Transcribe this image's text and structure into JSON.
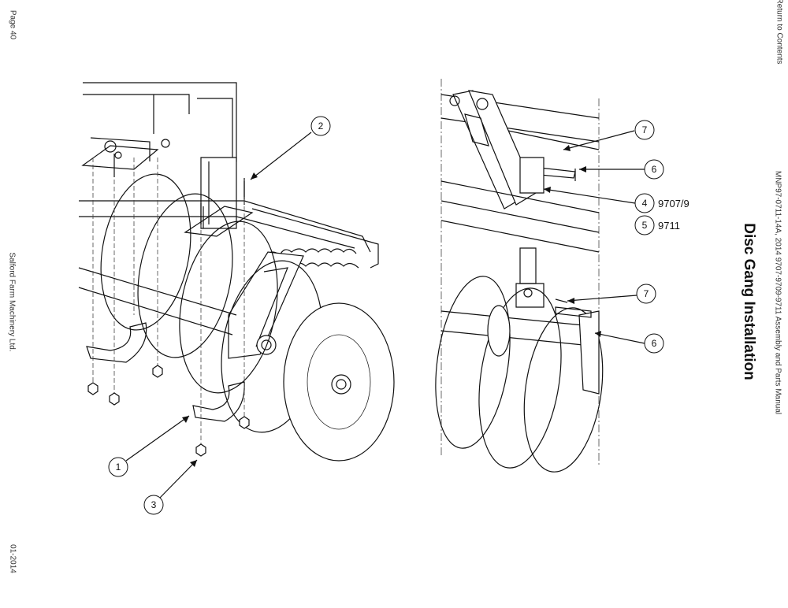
{
  "page": {
    "page_number": "Page 40",
    "return_link": "Return to Contents",
    "company": "Salford Farm Machinery Ltd.",
    "date": "01-2014",
    "manual": "MNP97-0711-14A, 2014 9707-9709-9711 Assembly and Parts Manual",
    "title": "Disc Gang Installation"
  },
  "callouts": {
    "c1": "1",
    "c2": "2",
    "c3": "3",
    "c4": "4",
    "c5": "5",
    "c6a": "6",
    "c6b": "6",
    "c7a": "7",
    "c7b": "7"
  },
  "part_numbers": {
    "p4": "9707/9",
    "p5": "9711"
  }
}
